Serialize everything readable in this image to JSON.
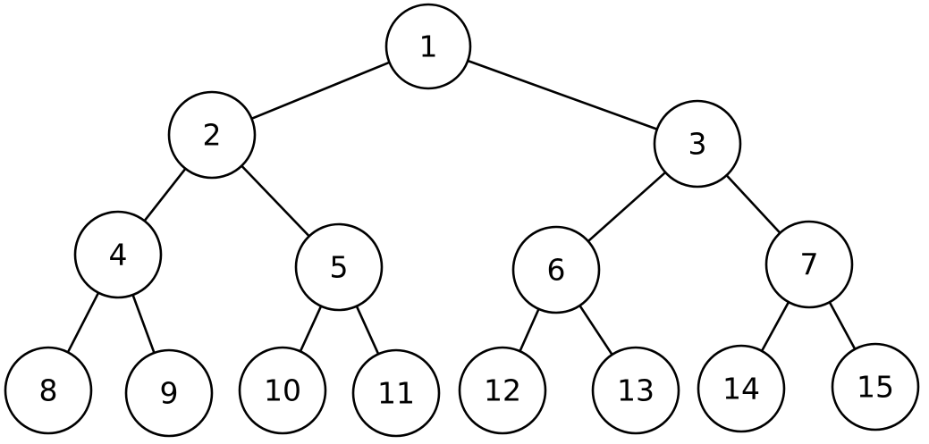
{
  "diagram": {
    "colors": {
      "stroke": "#000000",
      "node_fill": "#ffffff",
      "background": "#ffffff"
    },
    "nodes": [
      {
        "id": "1",
        "label": "1"
      },
      {
        "id": "2",
        "label": "2"
      },
      {
        "id": "3",
        "label": "3"
      },
      {
        "id": "4",
        "label": "4"
      },
      {
        "id": "5",
        "label": "5"
      },
      {
        "id": "6",
        "label": "6"
      },
      {
        "id": "7",
        "label": "7"
      },
      {
        "id": "8",
        "label": "8"
      },
      {
        "id": "9",
        "label": "9"
      },
      {
        "id": "10",
        "label": "10"
      },
      {
        "id": "11",
        "label": "11"
      },
      {
        "id": "12",
        "label": "12"
      },
      {
        "id": "13",
        "label": "13"
      },
      {
        "id": "14",
        "label": "14"
      },
      {
        "id": "15",
        "label": "15"
      }
    ],
    "edges": [
      {
        "from": "1",
        "to": "2"
      },
      {
        "from": "1",
        "to": "3"
      },
      {
        "from": "2",
        "to": "4"
      },
      {
        "from": "2",
        "to": "5"
      },
      {
        "from": "3",
        "to": "6"
      },
      {
        "from": "3",
        "to": "7"
      },
      {
        "from": "4",
        "to": "8"
      },
      {
        "from": "4",
        "to": "9"
      },
      {
        "from": "5",
        "to": "10"
      },
      {
        "from": "5",
        "to": "11"
      },
      {
        "from": "6",
        "to": "12"
      },
      {
        "from": "6",
        "to": "13"
      },
      {
        "from": "7",
        "to": "14"
      },
      {
        "from": "7",
        "to": "15"
      }
    ]
  }
}
